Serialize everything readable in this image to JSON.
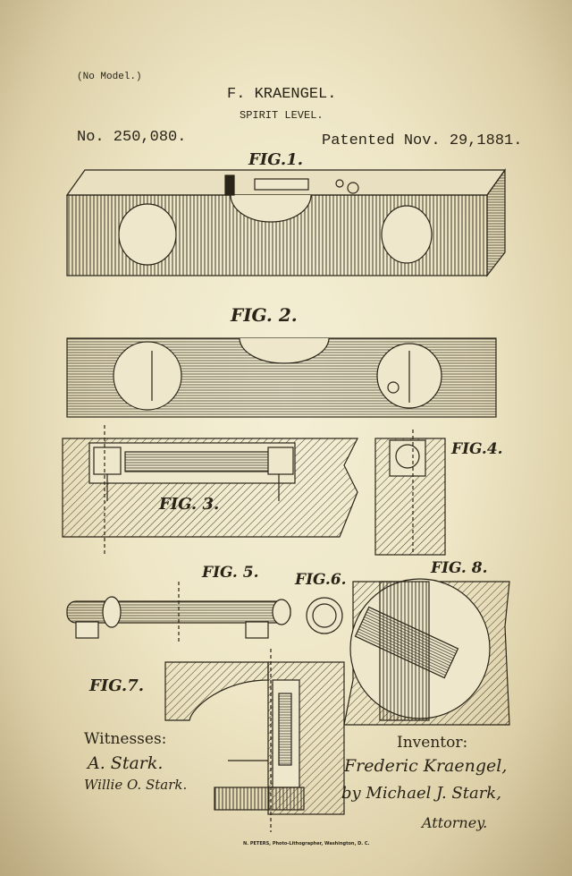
{
  "header": {
    "no_model": "(No Model.)",
    "inventor_name": "F. KRAENGEL.",
    "title": "SPIRIT LEVEL.",
    "patent_number": "No. 250,080.",
    "patent_date": "Patented Nov. 29,1881."
  },
  "figures": {
    "fig1": "FIG.1.",
    "fig2": "FIG. 2.",
    "fig3": "FIG. 3.",
    "fig4": "FIG.4.",
    "fig5": "FIG. 5.",
    "fig6": "FIG.6.",
    "fig7": "FIG.7.",
    "fig8": "FIG. 8."
  },
  "witnesses": {
    "label": "Witnesses:",
    "names": [
      "A. Stark.",
      "Willie O. Stark."
    ]
  },
  "inventor": {
    "label": "Inventor:",
    "signature": "Frederic Kraengel,",
    "by": "by Michael J. Stark,",
    "attorney": "Attorney."
  },
  "footer": {
    "lithographer": "N. PETERS, Photo-Lithographer, Washington, D. C."
  }
}
